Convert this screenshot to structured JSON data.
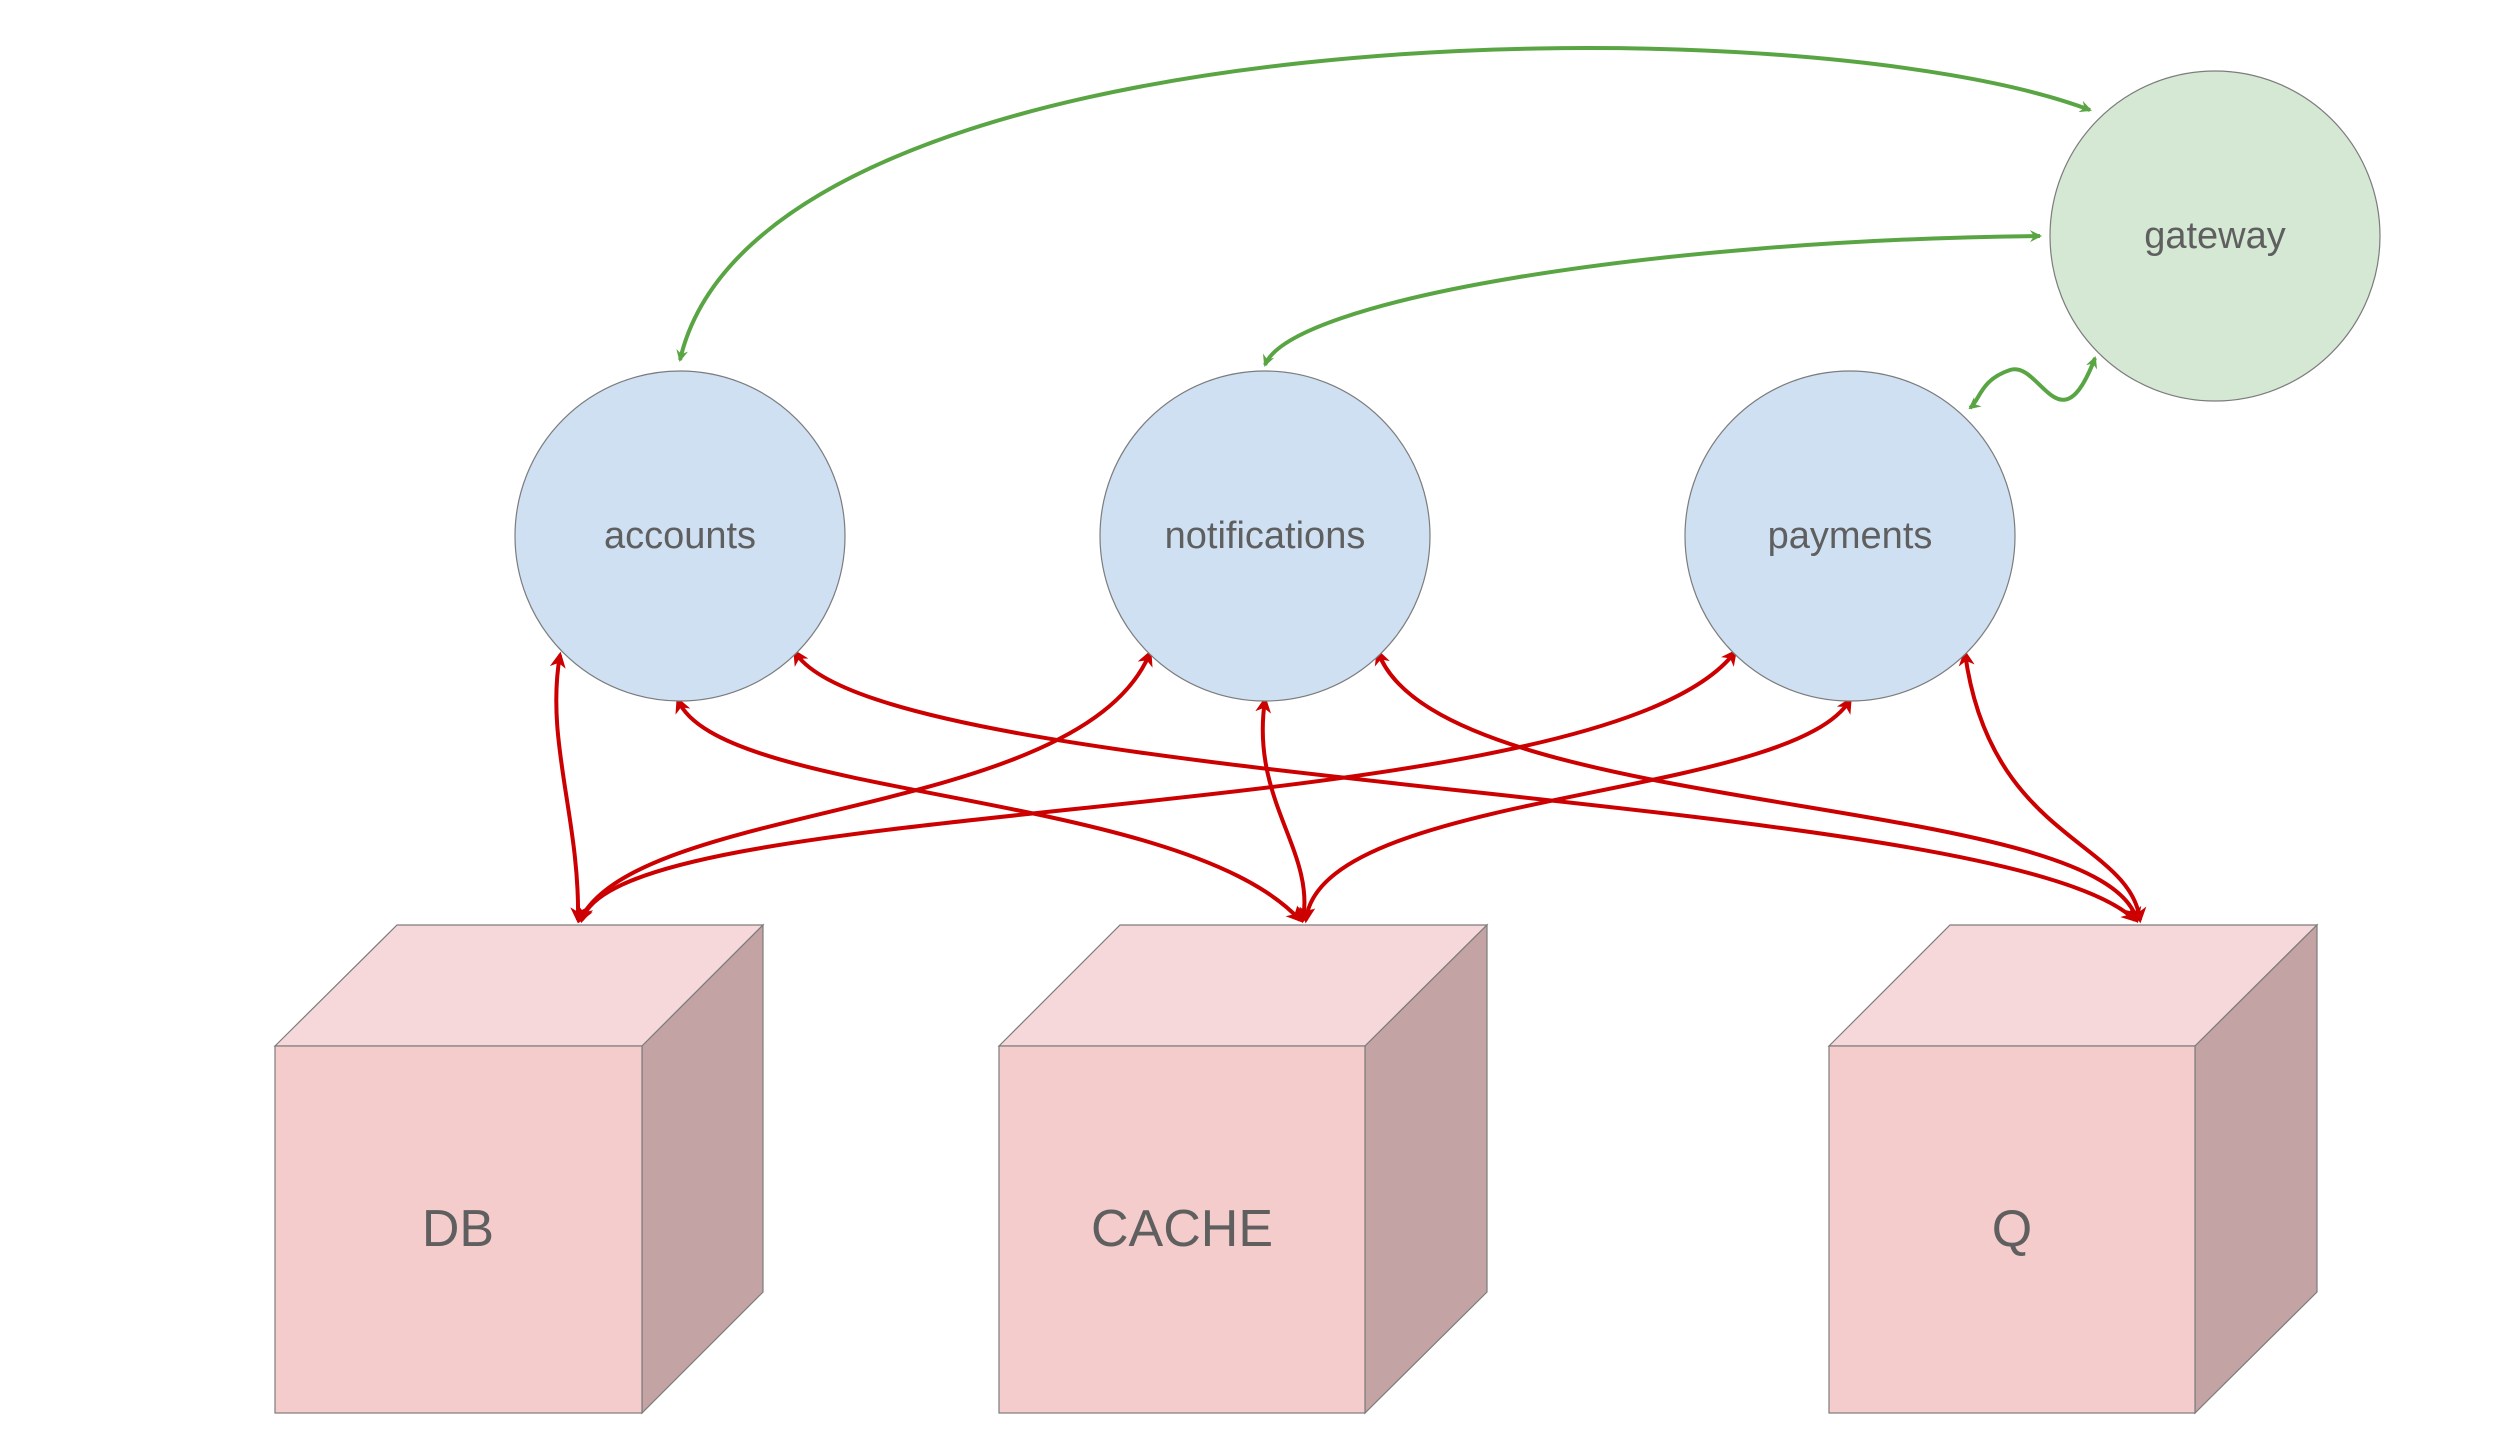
{
  "colors": {
    "gateway_fill": "#d5e8d4",
    "service_fill": "#cfe0f2",
    "store_front": "#f4cccc",
    "store_top": "#f6d7da",
    "store_side": "#c3a3a4",
    "green_edge": "#5aa543",
    "red_edge": "#cc0000",
    "label_text": "#5f5f5f"
  },
  "nodes": {
    "gateway": {
      "label": "gateway"
    },
    "accounts": {
      "label": "accounts"
    },
    "notifications": {
      "label": "notifications"
    },
    "payments": {
      "label": "payments"
    },
    "db": {
      "label": "DB"
    },
    "cache": {
      "label": "CACHE"
    },
    "q": {
      "label": "Q"
    }
  },
  "edges": [
    {
      "from": "gateway",
      "to": "accounts",
      "kind": "green"
    },
    {
      "from": "gateway",
      "to": "notifications",
      "kind": "green"
    },
    {
      "from": "gateway",
      "to": "payments",
      "kind": "green"
    },
    {
      "from": "accounts",
      "to": "db",
      "kind": "red"
    },
    {
      "from": "accounts",
      "to": "cache",
      "kind": "red"
    },
    {
      "from": "accounts",
      "to": "q",
      "kind": "red"
    },
    {
      "from": "notifications",
      "to": "db",
      "kind": "red"
    },
    {
      "from": "notifications",
      "to": "cache",
      "kind": "red"
    },
    {
      "from": "notifications",
      "to": "q",
      "kind": "red"
    },
    {
      "from": "payments",
      "to": "db",
      "kind": "red"
    },
    {
      "from": "payments",
      "to": "cache",
      "kind": "red"
    },
    {
      "from": "payments",
      "to": "q",
      "kind": "red"
    }
  ]
}
